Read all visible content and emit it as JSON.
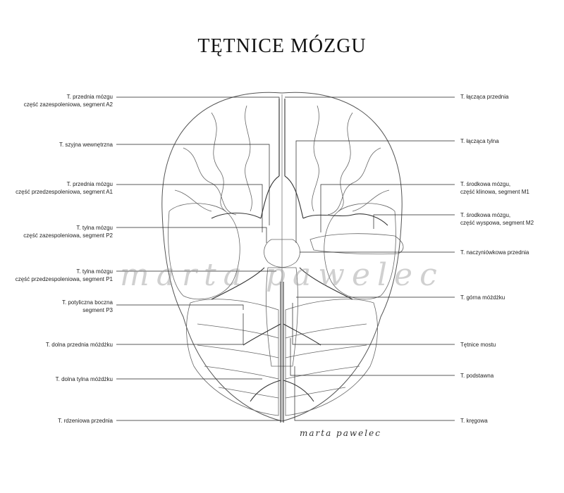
{
  "title": "TĘTNICE MÓZGU",
  "labels_left": [
    {
      "l1": "T. przednia mózgu",
      "l2": "część zazespoleniowa, segment A2"
    },
    {
      "l1": "T. szyjna wewnętrzna",
      "l2": ""
    },
    {
      "l1": "T. przednia mózgu",
      "l2": "część przedzespoleniowa, segment A1"
    },
    {
      "l1": "T. tylna mózgu",
      "l2": "część zazespoleniowa, segment P2"
    },
    {
      "l1": "T. tylna mózgu",
      "l2": "część przedzespoleniowa, segment P1"
    },
    {
      "l1": "T. potyliczna boczna",
      "l2": "segment P3"
    },
    {
      "l1": "T. dolna przednia móżdżku",
      "l2": ""
    },
    {
      "l1": "T. dolna tylna móżdżku",
      "l2": ""
    },
    {
      "l1": "T. rdzeniowa przednia",
      "l2": ""
    }
  ],
  "labels_right": [
    {
      "l1": "T. łącząca przednia",
      "l2": ""
    },
    {
      "l1": "T. łącząca tylna",
      "l2": ""
    },
    {
      "l1": "T. środkowa mózgu,",
      "l2": "część klinowa, segment M1"
    },
    {
      "l1": "T. środkowa mózgu,",
      "l2": "część wyspowa, segment M2"
    },
    {
      "l1": "T. naczyniówkowa przednia",
      "l2": ""
    },
    {
      "l1": "T. górna móżdżku",
      "l2": ""
    },
    {
      "l1": "Tętnice mostu",
      "l2": ""
    },
    {
      "l1": "T. podstawna",
      "l2": ""
    },
    {
      "l1": "T. kręgowa",
      "l2": ""
    }
  ],
  "watermark": "marta pawelec",
  "signature": "marta pawelec"
}
